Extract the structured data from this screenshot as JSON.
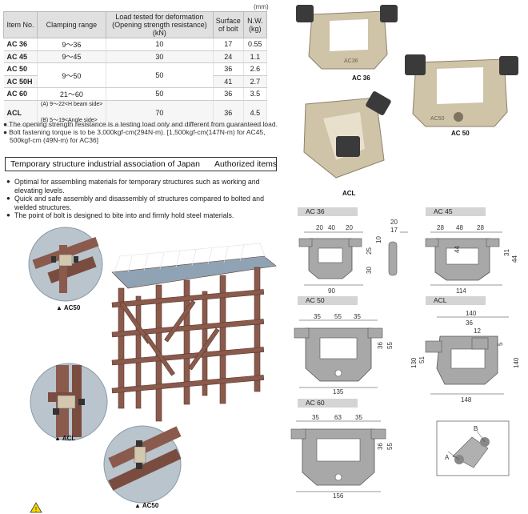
{
  "table": {
    "unit": "(mm)",
    "headers": {
      "item": "Item No.",
      "range": "Clamping range",
      "load_line1": "Load tested for deformation",
      "load_line2": "(Opening strength resistance) (kN)",
      "surface_line1": "Surface",
      "surface_line2": "of bolt",
      "nw_line1": "N.W.",
      "nw_line2": "(kg)"
    },
    "rows": [
      {
        "item": "AC 36",
        "range": "9～36",
        "load": "10",
        "surface": "17",
        "nw": "0.55"
      },
      {
        "item": "AC 45",
        "range": "9～45",
        "load": "30",
        "surface": "24",
        "nw": "1.1"
      },
      {
        "item": "AC 50",
        "range": "9～50",
        "load": "50",
        "surface": "36",
        "nw": "2.6"
      },
      {
        "item": "AC 50H",
        "surface": "41",
        "nw": "2.7"
      },
      {
        "item": "AC 60",
        "range": "21～60",
        "load": "50",
        "surface": "36",
        "nw": "3.5"
      },
      {
        "item": "ACL",
        "range_a": "(A) 9～22<H beam side>",
        "range_b": "(B) 5～19<Angle side>",
        "load": "70",
        "surface": "36",
        "nw": "4.5"
      }
    ]
  },
  "notes": {
    "n1": "The opening strength resistance is a testing load only and different from guaranteed load.",
    "n2a": "Bolt fastening torque is to be 3,000kgf-cm(294N-m). [1,500kgf-cm(147N-m) for AC45,",
    "n2b": "500kgf-cm (49N-m) for AC36]"
  },
  "association": {
    "title": "Temporary structure industrial association of Japan",
    "authorized": "Authorized items"
  },
  "features": [
    "Optimal for assembling materials for temporary structures such as working and elevating levels.",
    "Quick and safe assembly and disassembly of structures compared to bolted and welded structures.",
    "The point of bolt is designed to bite into and firmly hold steel materials."
  ],
  "photo_labels": {
    "ac36": "AC 36",
    "ac50": "AC 50",
    "acl": "ACL",
    "ac36_stamp": "AC36",
    "ac50_stamp": "AC50"
  },
  "illustration_labels": {
    "c1": "▲ AC50",
    "c2": "▲ ACL",
    "c3": "▲ AC50"
  },
  "drawings": {
    "ac36": {
      "tag": "AC 36",
      "d1": "20",
      "d2": "40",
      "d3": "20",
      "d4": "25",
      "d5": "10",
      "d6": "30",
      "width": "90",
      "side_top": "20",
      "side_mid": "17"
    },
    "ac45": {
      "tag": "AC 45",
      "d1": "28",
      "d2": "48",
      "d3": "28",
      "d4": "44",
      "d5": "31",
      "d6": "44",
      "width": "114"
    },
    "ac50": {
      "tag": "AC 50",
      "d1": "35",
      "d2": "55",
      "d3": "35",
      "d4": "36",
      "d5": "55",
      "width": "135"
    },
    "acl": {
      "tag": "ACL",
      "top": "140",
      "d1": "36",
      "d2": "12",
      "d3": "5",
      "h1": "130",
      "h2": "51",
      "h3": "140",
      "width": "148"
    },
    "ac60": {
      "tag": "AC 60",
      "d1": "35",
      "d2": "63",
      "d3": "35",
      "d4": "36",
      "d5": "55",
      "width": "156"
    },
    "detail": {
      "a": "A",
      "b": "B"
    }
  },
  "colors": {
    "steel": "#8a5a4c",
    "steel_dark": "#5e3a30",
    "clamp": "#d3c7ad",
    "drawing": "#9a9a9a",
    "tag": "#d4d4d4"
  }
}
